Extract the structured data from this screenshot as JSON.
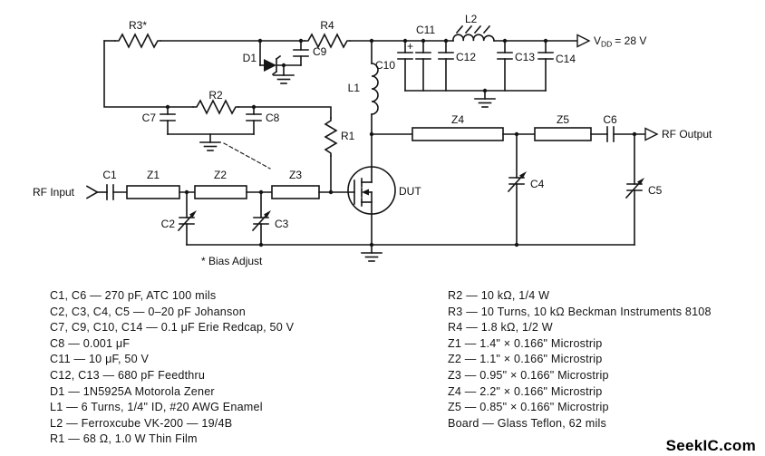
{
  "schematic": {
    "labels": {
      "r3": "R3*",
      "r4": "R4",
      "d1": "D1",
      "c9": "C9",
      "c10": "C10",
      "c11": "C11",
      "plus": "+",
      "c12": "C12",
      "c13": "C13",
      "c14": "C14",
      "l1": "L1",
      "l2": "L2",
      "vdd_v": "V",
      "vdd_sub": "DD",
      "vdd_eq": "= 28 V",
      "r2": "R2",
      "c7": "C7",
      "c8": "C8",
      "r1": "R1",
      "z1": "Z1",
      "z2": "Z2",
      "z3": "Z3",
      "z4": "Z4",
      "z5": "Z5",
      "c6": "C6",
      "c4": "C4",
      "c5": "C5",
      "c1": "C1",
      "c2": "C2",
      "c3": "C3",
      "dut": "DUT",
      "rf_input": "RF Input",
      "rf_output": "RF Output",
      "bias_adjust": "* Bias Adjust"
    }
  },
  "parts": {
    "left": [
      "C1, C6 — 270 pF, ATC 100 mils",
      "C2, C3, C4, C5 — 0–20 pF Johanson",
      "C7, C9, C10, C14 — 0.1 μF Erie Redcap, 50 V",
      "C8 — 0.001 μF",
      "C11 — 10 μF, 50 V",
      "C12, C13 — 680 pF Feedthru",
      "D1 — 1N5925A Motorola Zener",
      "L1 — 6 Turns, 1/4\" ID, #20 AWG Enamel",
      "L2 — Ferroxcube VK-200 — 19/4B",
      "R1 — 68 Ω, 1.0 W Thin Film"
    ],
    "right": [
      "R2 — 10 kΩ, 1/4 W",
      "R3 — 10 Turns, 10 kΩ Beckman Instruments 8108",
      "R4 — 1.8 kΩ, 1/2 W",
      "Z1 — 1.4\" × 0.166\" Microstrip",
      "Z2 — 1.1\" × 0.166\" Microstrip",
      "Z3 — 0.95\" × 0.166\" Microstrip",
      "Z4 — 2.2\" × 0.166\" Microstrip",
      "Z5 — 0.85\" × 0.166\" Microstrip",
      "Board — Glass Teflon, 62 mils"
    ]
  },
  "watermark": "SeekIC.com"
}
